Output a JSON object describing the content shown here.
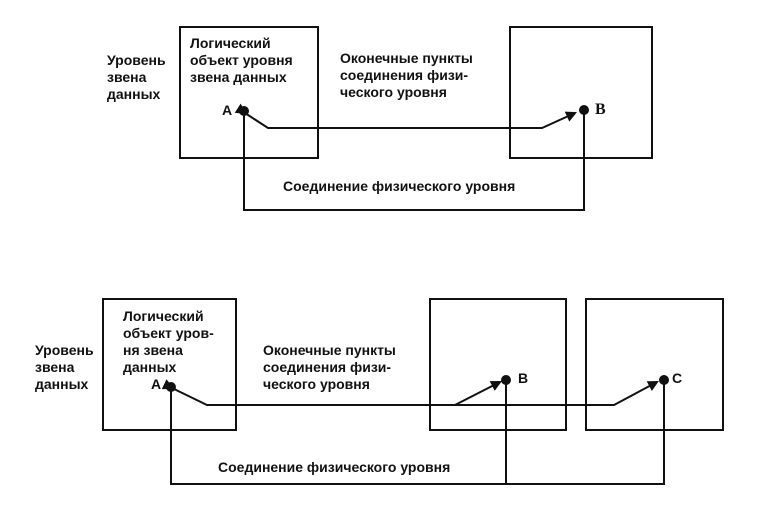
{
  "top": {
    "level_label": "Уровень\nзвена\nданных",
    "object_label": "Логический\nобъект уровня\nзвена данных",
    "endpoints_label": "Оконечные пункты\nсоединения физи-\nческого уровня",
    "connection_label": "Соединение физического уровня",
    "point_a": "A",
    "point_b": "B"
  },
  "bottom": {
    "level_label": "Уровень\nзвена\nданных",
    "object_label": "Логический\nобъект уров-\nня звена\nданных",
    "endpoints_label": "Оконечные пункты\nсоединения физи-\nческого уровня",
    "connection_label": "Соединение физического уровня",
    "point_a": "A",
    "point_b": "B",
    "point_c": "C"
  },
  "colors": {
    "ink": "#111111",
    "background": "#ffffff"
  }
}
